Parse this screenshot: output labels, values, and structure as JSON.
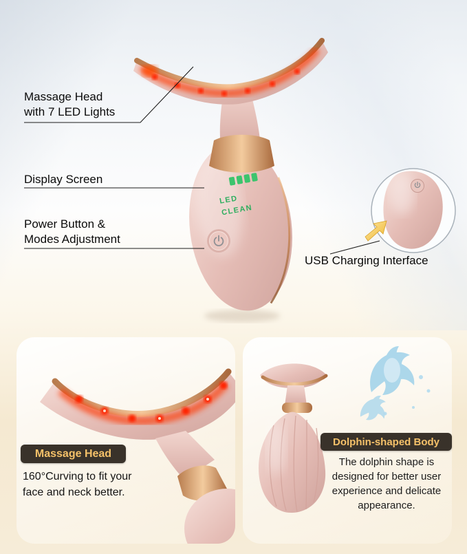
{
  "annotations": {
    "massage_head": {
      "line1": "Massage Head",
      "line2": "with 7 LED Lights"
    },
    "display_screen": {
      "label": "Display Screen"
    },
    "power_button": {
      "line1": "Power Button &",
      "line2": "Modes Adjustment"
    },
    "usb": {
      "label": "USB Charging Interface"
    }
  },
  "device": {
    "screen": {
      "led": "LED",
      "clean": "CLEAN"
    }
  },
  "cards": {
    "massage_head": {
      "badge": "Massage Head",
      "desc_line1": "160°Curving to fit your",
      "desc_line2": "face and neck better."
    },
    "dolphin": {
      "badge": "Dolphin-shaped Body",
      "description": "The dolphin shape is designed for better user experience and delicate appearance."
    }
  },
  "icons": {
    "power_icon": "⏻",
    "usb_arrow_icon": "➤",
    "battery_indicator": "▮▮▮▮",
    "dolphin_illustration": "dolphins"
  },
  "colors": {
    "badge_bg": "#39322a",
    "badge_text": "#f5c169",
    "led_green": "#2fae5f",
    "led_red": "#ff3000",
    "device_pink": "#e5bdb6",
    "rose_gold": "#c98756",
    "dolphin_blue": "#96cde8",
    "label_text": "#0a0a0a"
  }
}
